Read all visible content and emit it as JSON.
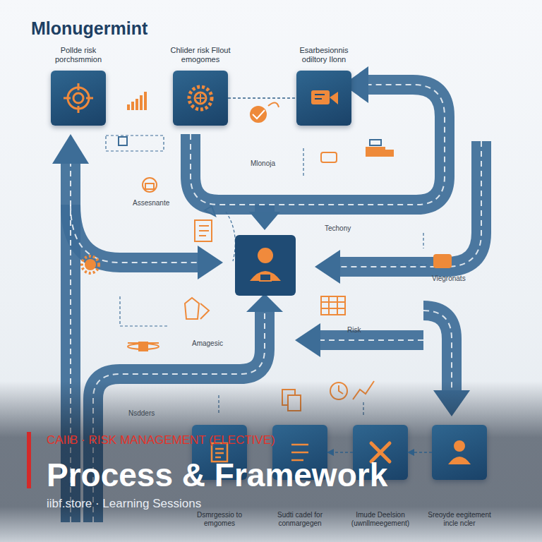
{
  "diagram": {
    "title": "Mlonugermint",
    "nodes": [
      {
        "text": [
          "Pollde risk porchsmmion"
        ]
      },
      {
        "text": [
          "Chlider risk Fllout emogomes"
        ]
      },
      {
        "text": [
          "Esarbesionnis odiltory Ilonn"
        ]
      },
      {
        "text": [
          "Dsmrgessio to emgomes"
        ]
      },
      {
        "text": [
          "Sudti cadel for conmargegen"
        ]
      },
      {
        "text": [
          "Imude Deelsion (uwnllmeegement)"
        ]
      },
      {
        "text": [
          "Sreoyde eegitement incle ncler"
        ]
      }
    ],
    "edges": [
      {
        "from": 1,
        "to": 2,
        "arrow": "none"
      },
      {
        "from": 6,
        "to": 5,
        "arrow": "to"
      },
      {
        "from": 5,
        "to": 4,
        "arrow": "to"
      }
    ],
    "labels": [
      "Mlonoja",
      "Assesnante",
      "Techony",
      "Viegronats",
      "Risk",
      "Amagesic",
      "Nsdders",
      "CAIIB · RISK MANAGEMENT (ELECTIVE)",
      "Process & Framework",
      "iibf.store · Learning Sessions"
    ]
  }
}
